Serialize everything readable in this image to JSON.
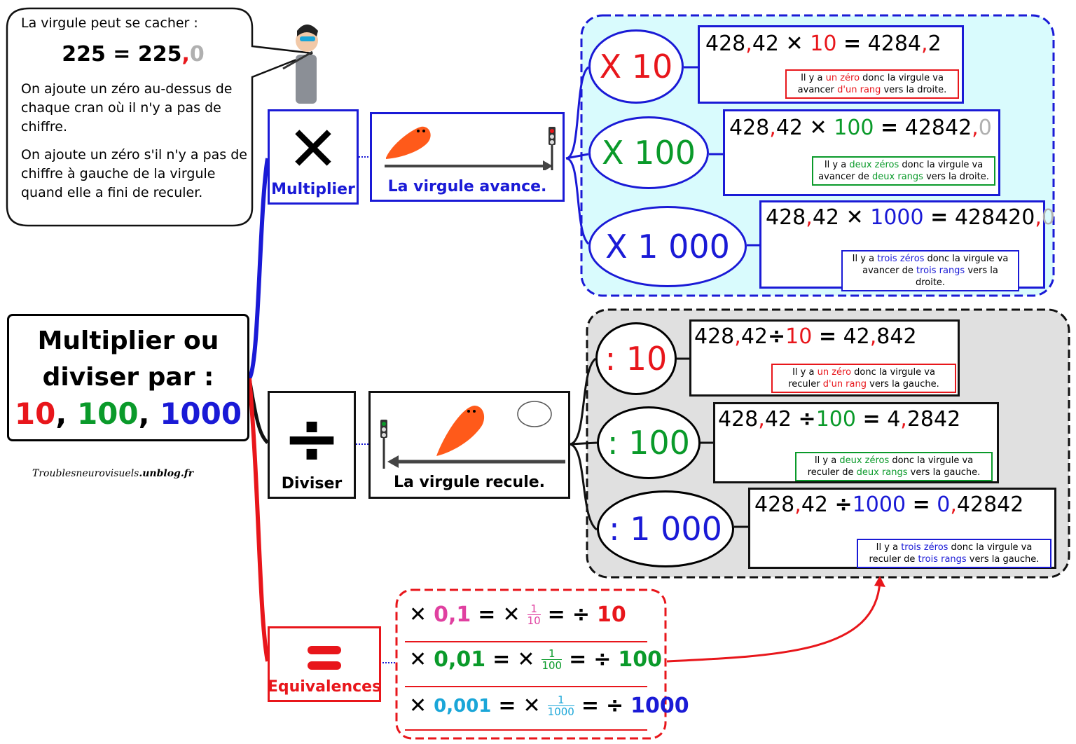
{
  "colors": {
    "red": "#e8161b",
    "green": "#0a9a2a",
    "blue": "#1a1ad6",
    "grey": "#b0b0b0",
    "pink": "#e040a0",
    "cyan": "#1aa6d8",
    "panel_blue": "#d9fbfd",
    "panel_grey": "#e0e0e0"
  },
  "bubble": {
    "title": "La virgule peut se cacher :",
    "eq_left": "225 = 225",
    "eq_comma": ",",
    "eq_zero": "0",
    "p1": "On ajoute un zéro au-dessus de chaque cran où il n'y a pas de chiffre.",
    "p2": "On ajoute un zéro s'il n'y a pas de chiffre à gauche de la virgule quand elle a fini de reculer."
  },
  "center": {
    "line1": "Multiplier ou",
    "line2": "diviser par :",
    "n10": "10",
    "sep1": ", ",
    "n100": "100",
    "sep2": ", ",
    "n1000": "1000"
  },
  "watermark": {
    "prefix": "Troublesneurovisuels",
    "suffix": ".unblog.fr"
  },
  "multiply": {
    "label": "Multiplier",
    "symbol": "✕",
    "arrow_caption": "La virgule avance.",
    "ops": [
      "X 10",
      "X 100",
      "X 1 000"
    ],
    "rows": [
      {
        "a": "428",
        "c": ",",
        "b": "42",
        "op": "✕",
        "n": "10",
        "eq": "=",
        "r1": "4284",
        "rc": ",",
        "r2": "2",
        "rz": "",
        "note_pre": "Il y a ",
        "note_hl": "un zéro",
        "note_mid": " donc la virgule va avancer ",
        "note_hl2": "d'un rang",
        "note_post": " vers la droite."
      },
      {
        "a": "428",
        "c": ",",
        "b": "42",
        "op": "✕",
        "n": "100",
        "eq": "=",
        "r1": "42842",
        "rc": ",",
        "r2": "",
        "rz": "0",
        "note_pre": "Il y a ",
        "note_hl": "deux zéros",
        "note_mid": " donc la virgule va avancer de ",
        "note_hl2": "deux rangs",
        "note_post": " vers la droite."
      },
      {
        "a": "428",
        "c": ",",
        "b": "42",
        "op": "✕",
        "n": "1000",
        "eq": "=",
        "r1": "428420",
        "rc": ",",
        "r2": "",
        "rz": "0",
        "note_pre": "Il y a ",
        "note_hl": "trois zéros",
        "note_mid": " donc la virgule va avancer de ",
        "note_hl2": "trois rangs",
        "note_post": " vers la droite."
      }
    ]
  },
  "divide": {
    "label": "Diviser",
    "symbol": "÷",
    "arrow_caption": "La virgule recule.",
    "ops": [
      ": 10",
      ": 100",
      ": 1 000"
    ],
    "rows": [
      {
        "a": "428",
        "c": ",",
        "b": "42",
        "op": "÷",
        "n": "10",
        "eq": "=",
        "r0": "",
        "r1": "42",
        "rc": ",",
        "r2": "842",
        "note_pre": "Il y a ",
        "note_hl": "un zéro",
        "note_mid": " donc la virgule va reculer ",
        "note_hl2": "d'un rang",
        "note_post": " vers la gauche."
      },
      {
        "a": "428",
        "c": ",",
        "b": "42",
        "op": "÷",
        "n": "100",
        "eq": "=",
        "r0": "",
        "r1": "4",
        "rc": ",",
        "r2": "2842",
        "note_pre": "Il y a ",
        "note_hl": "deux zéros",
        "note_mid": " donc la virgule va reculer de ",
        "note_hl2": "deux rangs",
        "note_post": " vers la gauche."
      },
      {
        "a": "428",
        "c": ",",
        "b": "42",
        "op": "÷",
        "n": "1000",
        "eq": "=",
        "r0": "0",
        "r1": "",
        "rc": ",",
        "r2": "42842",
        "note_pre": "Il y a ",
        "note_hl": "trois zéros",
        "note_mid": " donc la virgule va reculer de ",
        "note_hl2": "trois rangs",
        "note_post": " vers la gauche."
      }
    ]
  },
  "equivalences": {
    "label": "Equivalences",
    "rows": [
      {
        "d": "0,1",
        "num": "1",
        "den": "10",
        "n": "10"
      },
      {
        "d": "0,01",
        "num": "1",
        "den": "100",
        "n": "100"
      },
      {
        "d": "0,001",
        "num": "1",
        "den": "1000",
        "n": "1000"
      }
    ],
    "times": "✕",
    "eq": "=",
    "div": "÷"
  }
}
